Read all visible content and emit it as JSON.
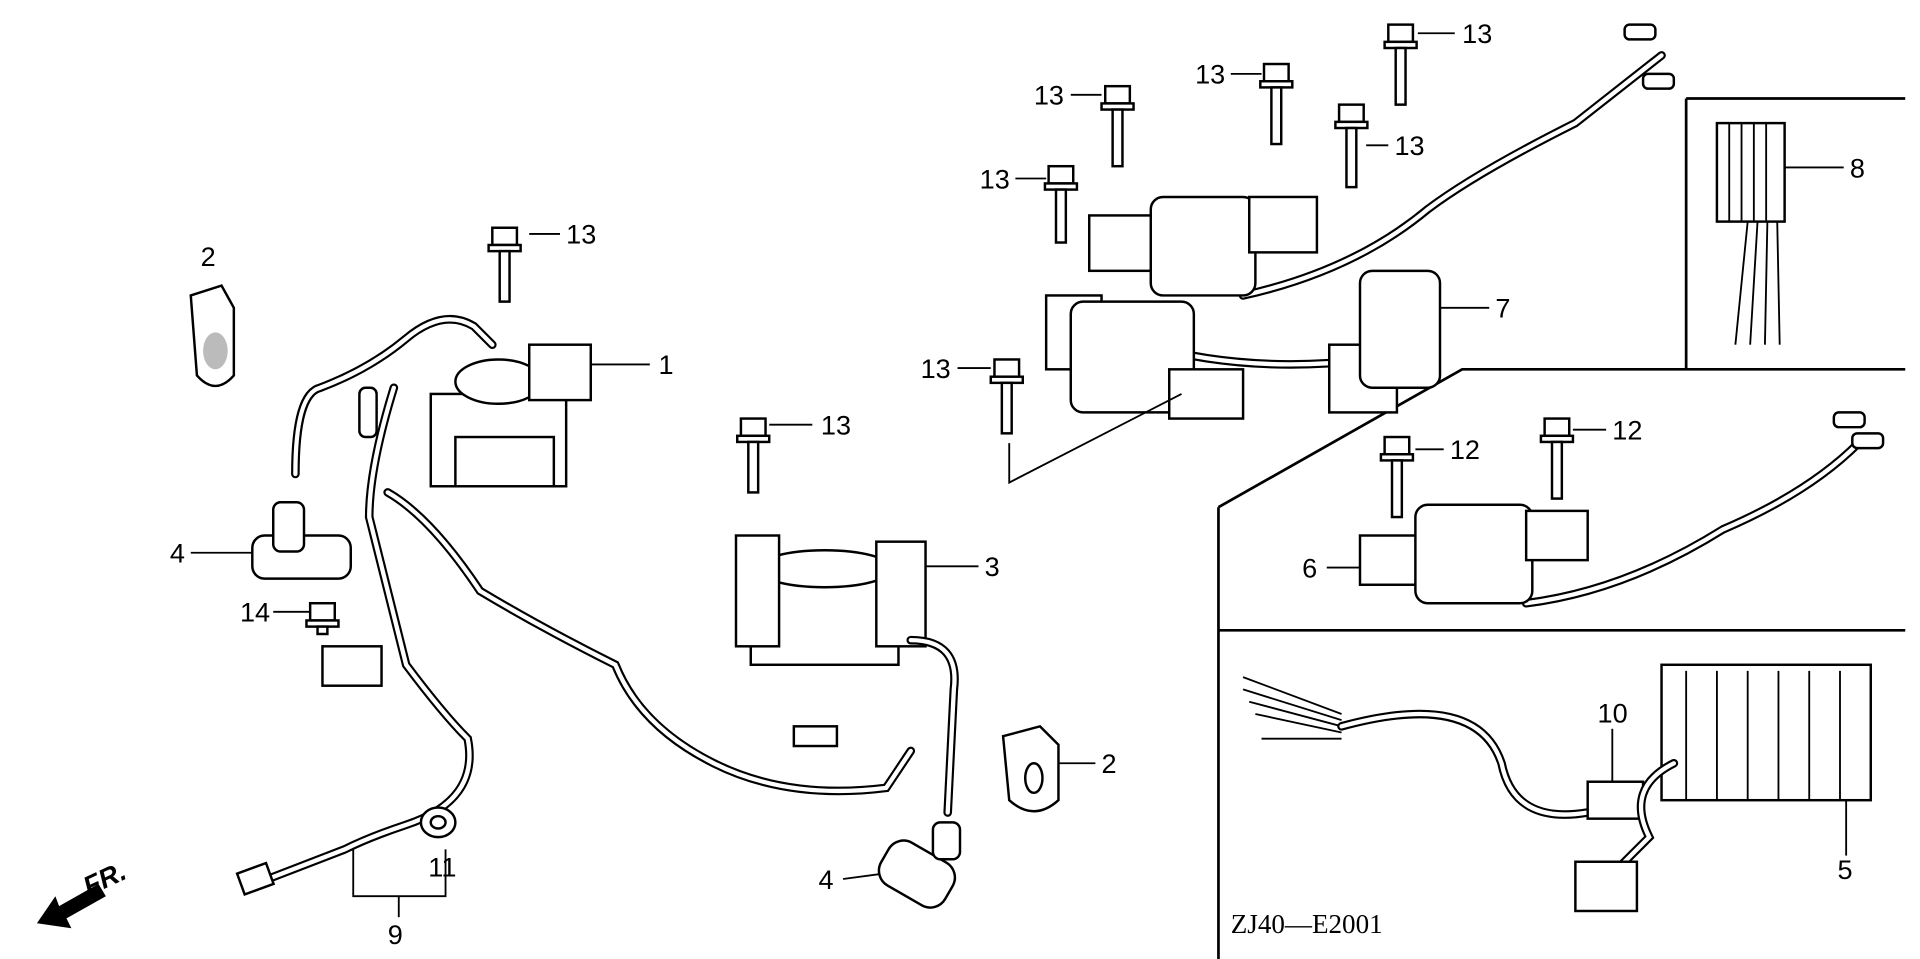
{
  "diagram": {
    "code": "ZJ40—E2001",
    "direction_label": "FR.",
    "callouts": {
      "bolt_a": "13",
      "grommet_a": "2",
      "coil_1": "1",
      "bolt_b": "13",
      "cap_a": "4",
      "bolt_14": "14",
      "coil_3": "3",
      "grommet_b": "2",
      "clip_11": "11",
      "harness_9": "9",
      "cap_b": "4",
      "bolt_c": "13",
      "bolt_d": "13",
      "bolt_e": "13",
      "bolt_f": "13",
      "bolt_g": "13",
      "bolt_h": "13",
      "stator_7": "7",
      "regulator_8": "8",
      "bolt_12a": "12",
      "bolt_12b": "12",
      "coil_6": "6",
      "connector_10": "10",
      "regulator_5": "5"
    }
  }
}
